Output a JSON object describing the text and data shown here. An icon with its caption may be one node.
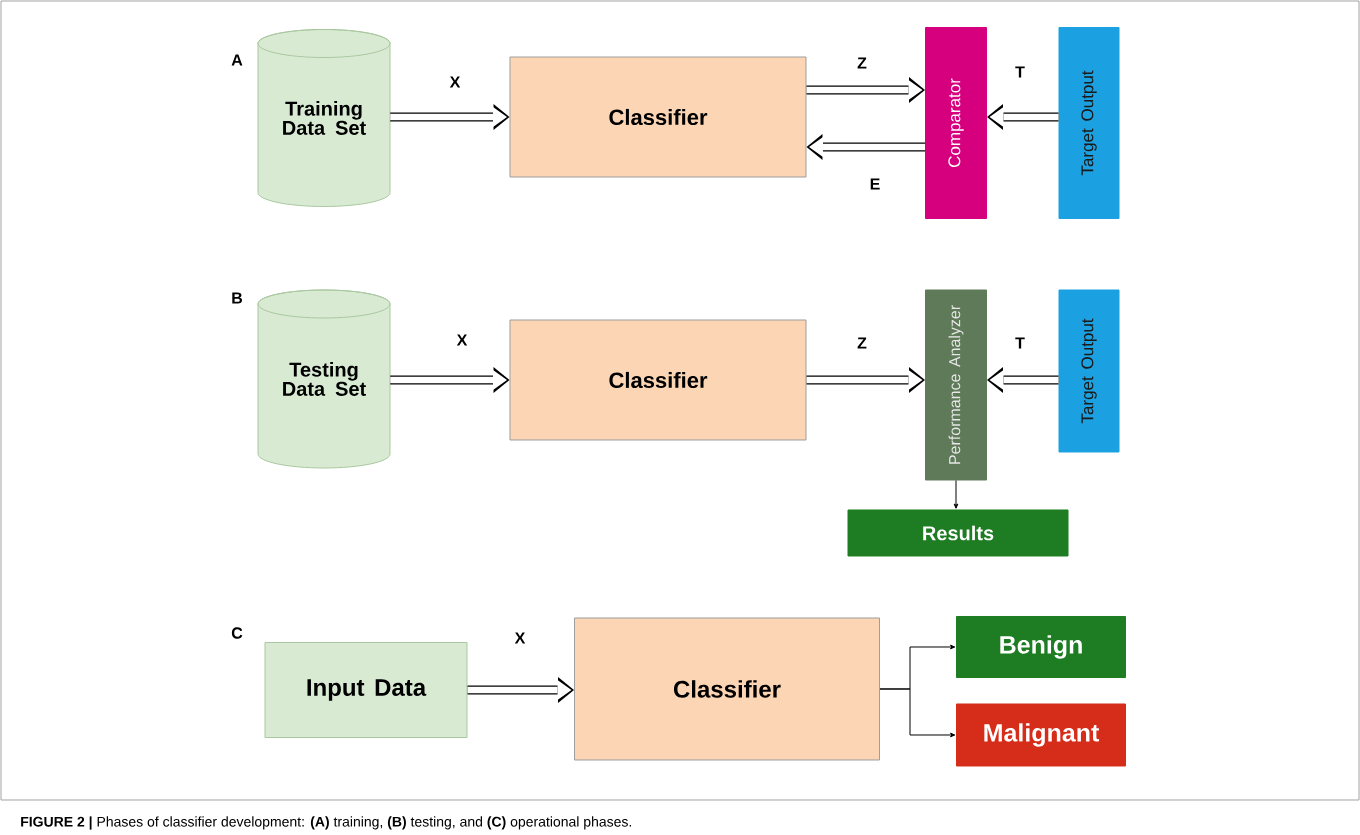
{
  "diagram": {
    "caption": "**FIGURE 2 |** Phases of classifier development: **(A)** training, **(B)** testing, and **(C)** operational phases.",
    "nodes": [
      {
        "text": [
          "Training Data Set"
        ]
      },
      {
        "text": [
          "Classifier"
        ]
      },
      {
        "text": [
          "Comparator"
        ]
      },
      {
        "text": [
          "Target Output"
        ]
      },
      {
        "text": [
          "Testing Data Set"
        ]
      },
      {
        "text": [
          "Classifier"
        ]
      },
      {
        "text": [
          "Performance Analyzer"
        ]
      },
      {
        "text": [
          "Target Output"
        ]
      },
      {
        "text": [
          "Results"
        ]
      },
      {
        "text": [
          "Input Data"
        ]
      },
      {
        "text": [
          "Classifier"
        ]
      },
      {
        "text": [
          "Benign"
        ]
      },
      {
        "text": [
          "Malignant"
        ]
      }
    ],
    "edges": [
      {
        "from": 0,
        "to": 1,
        "arrow": "to",
        "label": "X"
      },
      {
        "from": 1,
        "to": 2,
        "arrow": "to",
        "label": "Z"
      },
      {
        "from": 3,
        "to": 2,
        "arrow": "to",
        "label": "T"
      },
      {
        "from": 2,
        "to": 1,
        "arrow": "to",
        "label": "E"
      },
      {
        "from": 4,
        "to": 5,
        "arrow": "to",
        "label": "X"
      },
      {
        "from": 5,
        "to": 6,
        "arrow": "to",
        "label": "Z"
      },
      {
        "from": 7,
        "to": 6,
        "arrow": "to",
        "label": "T"
      },
      {
        "from": 6,
        "to": 8,
        "arrow": "to"
      },
      {
        "from": 9,
        "to": 10,
        "arrow": "to",
        "label": "X"
      },
      {
        "from": 10,
        "to": 11,
        "arrow": "to"
      },
      {
        "from": 10,
        "to": 12,
        "arrow": "to"
      }
    ],
    "labels": [
      "A",
      "B",
      "C"
    ]
  }
}
